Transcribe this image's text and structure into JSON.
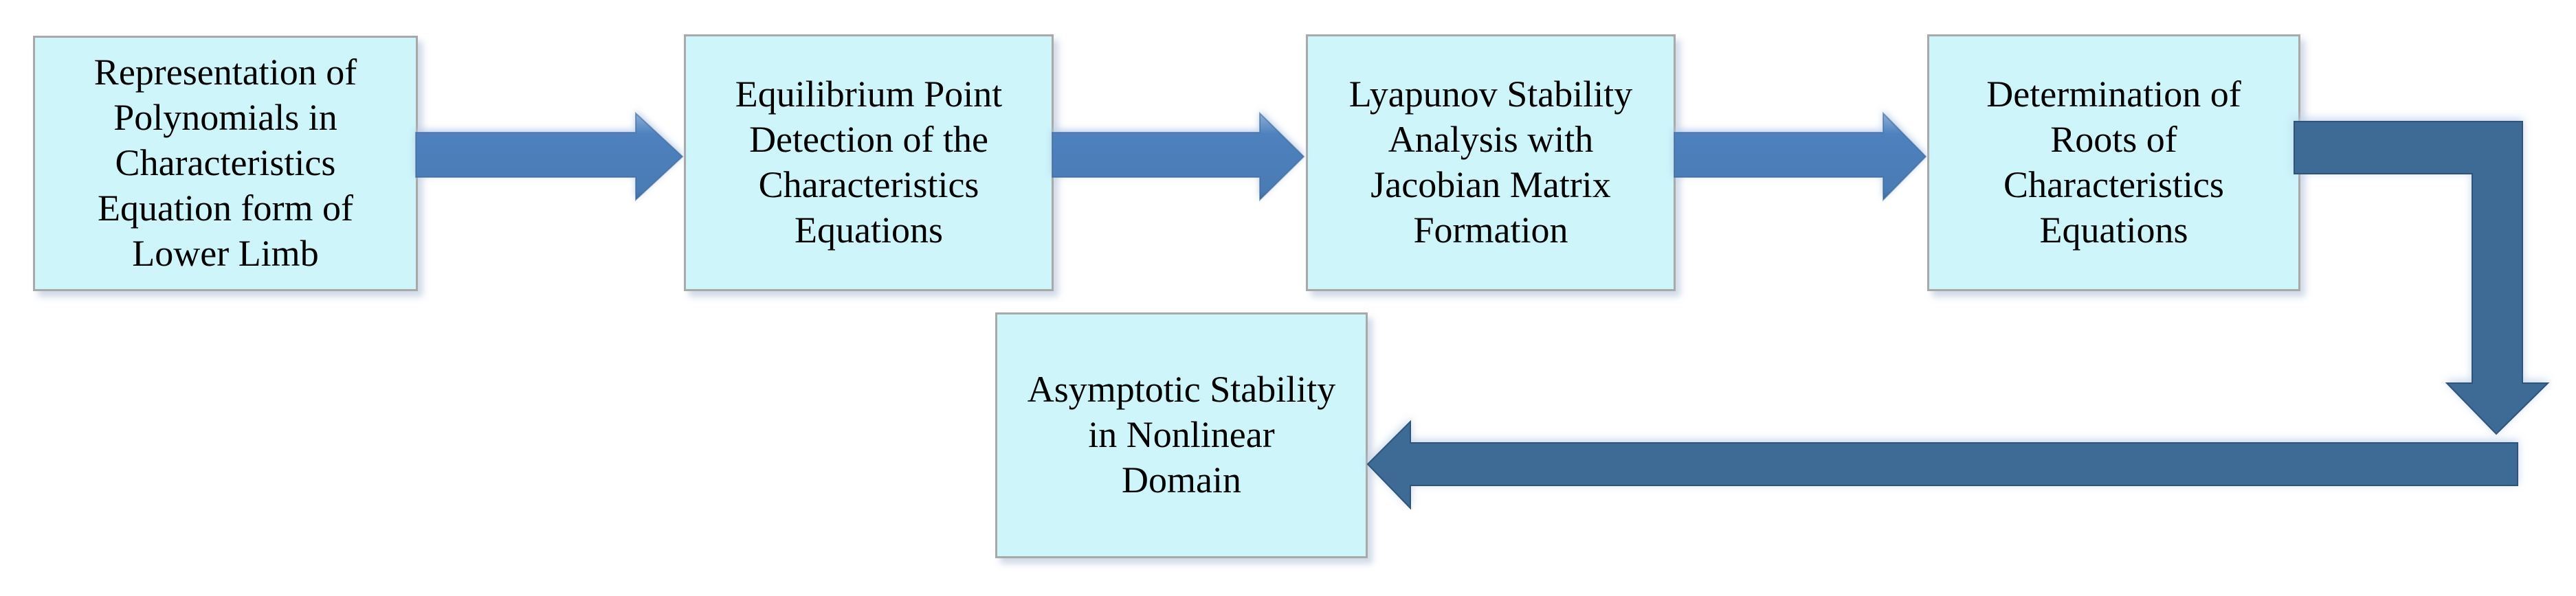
{
  "diagram": {
    "type": "flowchart",
    "boxes": [
      {
        "id": "representation",
        "lines": [
          "Representation of",
          "Polynomials in",
          "Characteristics",
          "Equation form of",
          "Lower Limb"
        ]
      },
      {
        "id": "equilibrium",
        "lines": [
          "Equilibrium Point",
          "Detection of the",
          "Characteristics",
          "Equations"
        ]
      },
      {
        "id": "lyapunov",
        "lines": [
          "Lyapunov Stability",
          "Analysis with",
          "Jacobian Matrix",
          "Formation"
        ]
      },
      {
        "id": "roots",
        "lines": [
          "Determination of",
          "Roots of",
          "Characteristics",
          "Equations"
        ]
      },
      {
        "id": "asymptotic",
        "lines": [
          "Asymptotic Stability",
          "in Nonlinear",
          "Domain"
        ]
      }
    ],
    "connectors": [
      {
        "id": "arrow-1",
        "shape": "right-arrow",
        "from": "representation",
        "to": "equilibrium"
      },
      {
        "id": "arrow-2",
        "shape": "right-arrow",
        "from": "equilibrium",
        "to": "lyapunov"
      },
      {
        "id": "arrow-3",
        "shape": "right-arrow",
        "from": "lyapunov",
        "to": "roots"
      },
      {
        "id": "arrow-4",
        "shape": "elbow-down-arrow",
        "from": "roots"
      },
      {
        "id": "arrow-5",
        "shape": "left-arrow",
        "to": "asymptotic"
      }
    ],
    "colors": {
      "box-fill": "#cdf5fa",
      "box-border": "#a9a9a9",
      "arrow-primary": "#4e81bd",
      "arrow-dark": "#3e6b96",
      "arrow-dark-edge": "#2f5478",
      "text": "#000000",
      "background": "#ffffff"
    }
  }
}
